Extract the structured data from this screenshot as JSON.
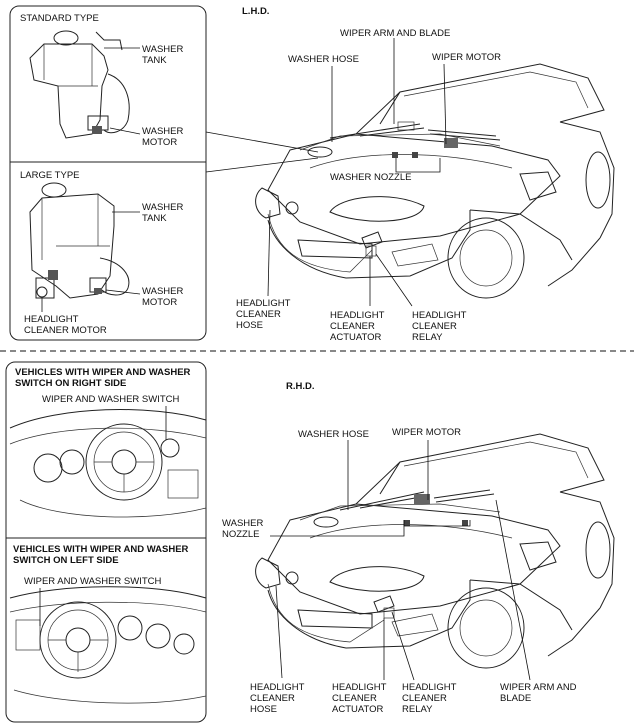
{
  "top": {
    "region_label": "L.H.D.",
    "inset": {
      "standard_title": "STANDARD TYPE",
      "standard_tank": "WASHER\nTANK",
      "standard_motor": "WASHER\nMOTOR",
      "large_title": "LARGE TYPE",
      "large_tank": "WASHER\nTANK",
      "large_motor": "WASHER\nMOTOR",
      "cleaner_motor": "HEADLIGHT\nCLEANER MOTOR"
    },
    "labels": {
      "wiper_arm_blade": "WIPER ARM AND BLADE",
      "washer_hose": "WASHER HOSE",
      "wiper_motor": "WIPER MOTOR",
      "washer_nozzle": "WASHER NOZZLE",
      "headlight_cleaner_hose": "HEADLIGHT\nCLEANER\nHOSE",
      "headlight_cleaner_actuator": "HEADLIGHT\nCLEANER\nACTUATOR",
      "headlight_cleaner_relay": "HEADLIGHT\nCLEANER\nRELAY"
    }
  },
  "bottom": {
    "region_label": "R.H.D.",
    "inset": {
      "right_title": "VEHICLES WITH WIPER AND WASHER\nSWITCH ON RIGHT SIDE",
      "right_switch": "WIPER AND WASHER SWITCH",
      "left_title": "VEHICLES WITH WIPER AND WASHER\nSWITCH ON LEFT SIDE",
      "left_switch": "WIPER AND WASHER SWITCH"
    },
    "labels": {
      "washer_hose": "WASHER HOSE",
      "wiper_motor": "WIPER MOTOR",
      "washer_nozzle": "WASHER\nNOZZLE",
      "headlight_cleaner_hose": "HEADLIGHT\nCLEANER\nHOSE",
      "headlight_cleaner_actuator": "HEADLIGHT\nCLEANER\nACTUATOR",
      "headlight_cleaner_relay": "HEADLIGHT\nCLEANER\nRELAY",
      "wiper_arm_blade": "WIPER ARM AND\nBLADE"
    }
  }
}
